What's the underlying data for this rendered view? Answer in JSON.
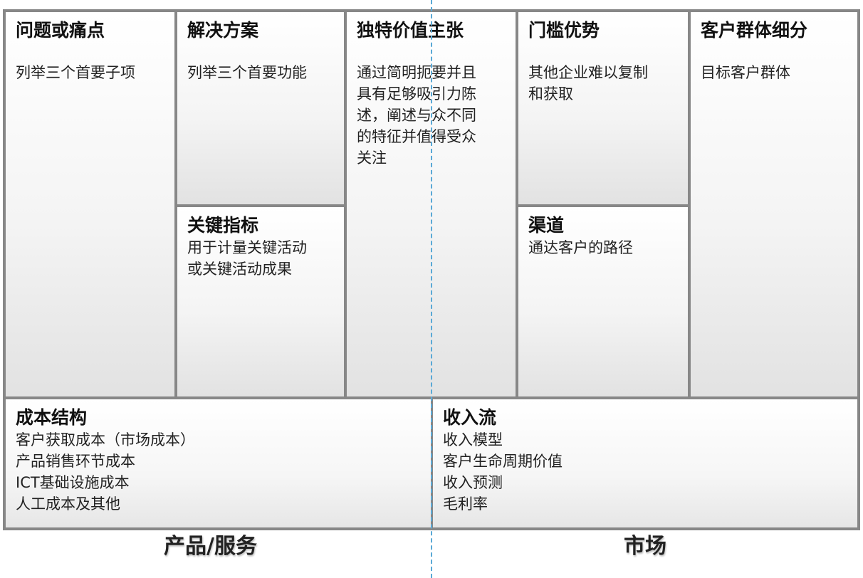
{
  "canvas": {
    "problem": {
      "title": "问题或痛点",
      "desc": "列举三个首要子项"
    },
    "solution": {
      "title": "解决方案",
      "desc": "列举三个首要功能"
    },
    "key_metrics": {
      "title": "关键指标",
      "desc": "用于计量关键活动\n或关键活动成果"
    },
    "uvp": {
      "title": "独特价值主张",
      "desc": "通过简明扼要并且\n具有足够吸引力陈\n述，阐述与众不同\n的特征并值得受众\n关注"
    },
    "unfair_advantage": {
      "title": "门槛优势",
      "desc": "其他企业难以复制\n和获取"
    },
    "channels": {
      "title": "渠道",
      "desc": "通达客户的路径"
    },
    "customer_segments": {
      "title": "客户群体细分",
      "desc": "目标客户群体"
    },
    "cost_structure": {
      "title": "成本结构",
      "lines": [
        "客户获取成本（市场成本）",
        "产品销售环节成本",
        "ICT基础设施成本",
        "人工成本及其他"
      ]
    },
    "revenue_streams": {
      "title": "收入流",
      "lines": [
        "收入模型",
        "客户生命周期价值",
        "收入预测",
        "毛利率"
      ]
    }
  },
  "footer": {
    "left_label": "产品/服务",
    "right_label": "市场"
  },
  "colors": {
    "border": "#878787",
    "divider": "#5aa9d6"
  }
}
